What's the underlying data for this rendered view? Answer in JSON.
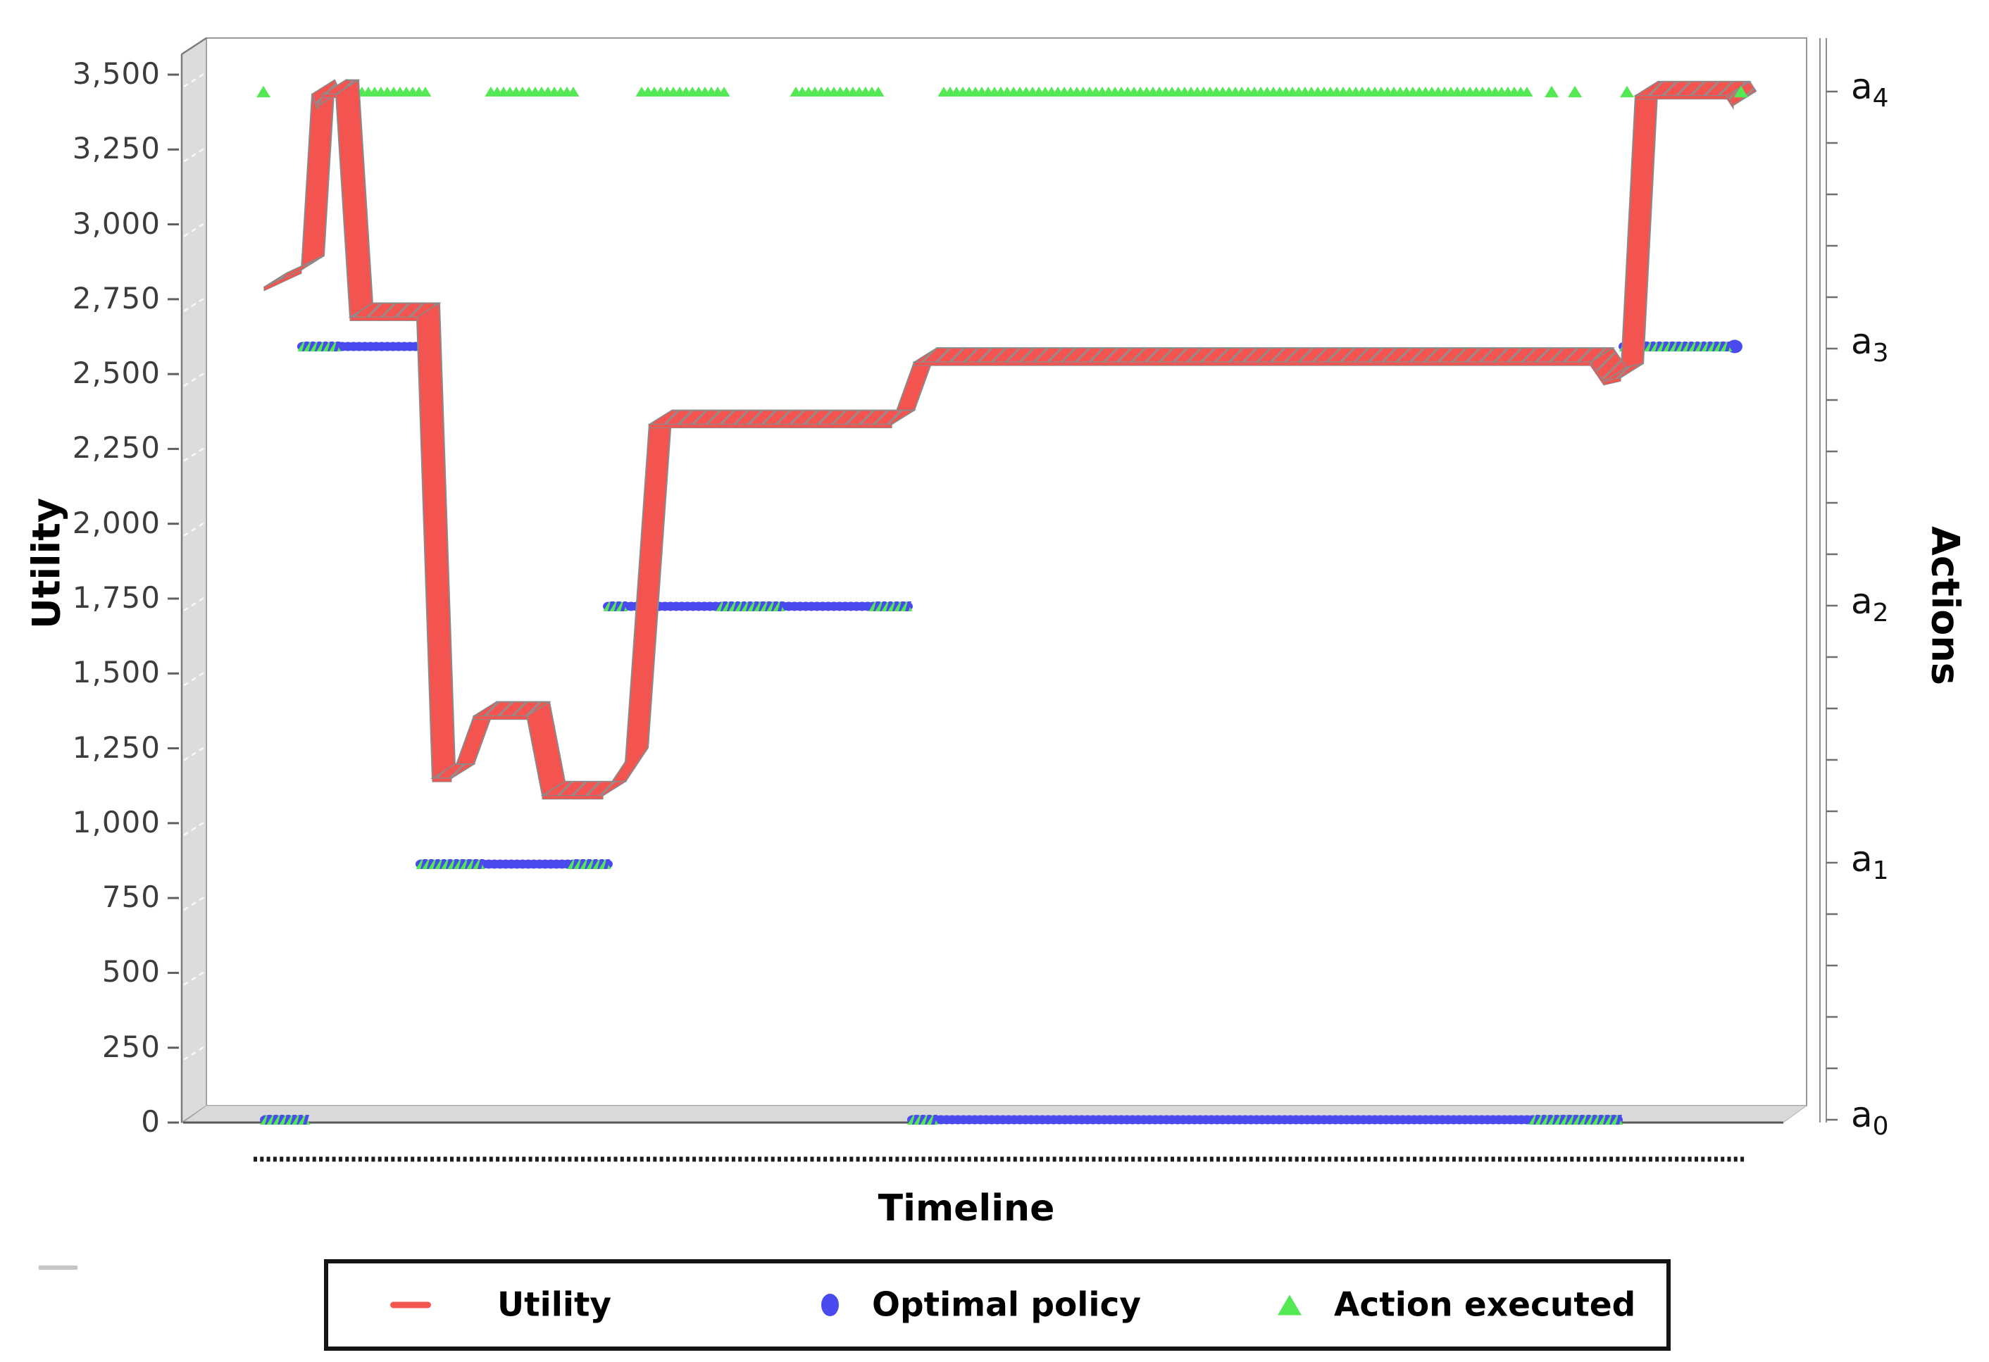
{
  "chart_data": {
    "type": "line",
    "title": "",
    "xlabel": "Timeline",
    "ylabel_left": "Utility",
    "ylabel_right": "Actions",
    "x_axis": {
      "label": "Timeline",
      "style": "dotted",
      "numeric_ticks_visible": false,
      "range": [
        0,
        1
      ]
    },
    "y_axis": {
      "min": 0,
      "max": 3500,
      "tick_step": 250
    },
    "y_ticks": [
      "0",
      "250",
      "500",
      "750",
      "1,000",
      "1,250",
      "1,500",
      "1,750",
      "2,000",
      "2,250",
      "2,500",
      "2,750",
      "3,000",
      "3,250",
      "3,500"
    ],
    "right_axis": {
      "title": "Actions",
      "labels": [
        "a4",
        "a3",
        "a2",
        "a1",
        "a0"
      ],
      "minor_ticks_per_interval": 5
    },
    "action_levels_utility_equivalent": {
      "a4": 3444,
      "a3": 2590,
      "a2": 1725,
      "a1": 863,
      "a0": 5
    },
    "colors": {
      "utility": "#f4544f",
      "utility_hatch": "#8f8f8f",
      "optimal": "#4a4aef",
      "executed": "#55e855",
      "wall": "#dcdcdc",
      "floor": "#d9d9d9"
    },
    "legend": {
      "position": "bottom",
      "entries": [
        {
          "label": "Utility",
          "marker": "red-dash"
        },
        {
          "label": "Optimal policy",
          "marker": "blue-dot"
        },
        {
          "label": "Action executed",
          "marker": "green-triangle"
        }
      ]
    },
    "series": [
      {
        "name": "Utility",
        "type": "ribbon-line",
        "color": "#f4544f",
        "x_as": "timeline_fraction",
        "points": [
          [
            0.007,
            2790
          ],
          [
            0.0319,
            2848
          ],
          [
            0.039,
            3435
          ],
          [
            0.0427,
            3395
          ],
          [
            0.0465,
            3435
          ],
          [
            0.0549,
            3435
          ],
          [
            0.0643,
            2690
          ],
          [
            0.1089,
            2690
          ],
          [
            0.1192,
            1150
          ],
          [
            0.1319,
            1150
          ],
          [
            0.1469,
            1358
          ],
          [
            0.1822,
            1358
          ],
          [
            0.1925,
            1092
          ],
          [
            0.2329,
            1092
          ],
          [
            0.2479,
            1205
          ],
          [
            0.2638,
            2332
          ],
          [
            0.4254,
            2332
          ],
          [
            0.4404,
            2540
          ],
          [
            0.8911,
            2540
          ],
          [
            0.9,
            2475
          ],
          [
            0.9113,
            2488
          ],
          [
            0.9211,
            3430
          ],
          [
            0.9822,
            3430
          ],
          [
            0.9864,
            3398
          ]
        ]
      },
      {
        "name": "Optimal policy",
        "type": "scatter",
        "marker": "circle",
        "color": "#4a4aef",
        "runs": [
          {
            "action": "a3",
            "from": 0.03,
            "to": 0.1085
          },
          {
            "action": "a1",
            "from": 0.1089,
            "to": 0.2371
          },
          {
            "action": "a2",
            "from": 0.2338,
            "to": 0.439
          },
          {
            "action": "a0",
            "from": 0.0052,
            "to": 0.0343
          },
          {
            "action": "a0",
            "from": 0.4366,
            "to": 0.9108
          },
          {
            "action": "a3",
            "from": 0.9108,
            "to": 0.9822
          }
        ],
        "singles": [
          {
            "action": "a3",
            "at": 0.9873
          }
        ]
      },
      {
        "name": "Action executed",
        "type": "scatter",
        "marker": "triangle",
        "color": "#55e855",
        "runs": [
          {
            "action": "a4",
            "from": 0.0563,
            "to": 0.115
          },
          {
            "action": "a4",
            "from": 0.1549,
            "to": 0.2155
          },
          {
            "action": "a4",
            "from": 0.2554,
            "to": 0.3164
          },
          {
            "action": "a4",
            "from": 0.3582,
            "to": 0.4169
          },
          {
            "action": "a4",
            "from": 0.4568,
            "to": 0.8493
          },
          {
            "action": "a3",
            "from": 0.03,
            "to": 0.0559
          },
          {
            "action": "a3",
            "from": 0.9108,
            "to": 0.9822
          },
          {
            "action": "a1",
            "from": 0.1089,
            "to": 0.1535
          },
          {
            "action": "a1",
            "from": 0.2099,
            "to": 0.2371
          },
          {
            "action": "a2",
            "from": 0.2338,
            "to": 0.2484
          },
          {
            "action": "a2",
            "from": 0.3089,
            "to": 0.3531
          },
          {
            "action": "a2",
            "from": 0.4108,
            "to": 0.439
          },
          {
            "action": "a0",
            "from": 0.0052,
            "to": 0.0343
          },
          {
            "action": "a0",
            "from": 0.4366,
            "to": 0.4531
          },
          {
            "action": "a0",
            "from": 0.8507,
            "to": 0.9108
          }
        ],
        "singles": [
          {
            "action": "a4",
            "at": 0.0066
          },
          {
            "action": "a4",
            "at": 0.8653
          },
          {
            "action": "a4",
            "at": 0.8808
          },
          {
            "action": "a4",
            "at": 0.9155
          },
          {
            "action": "a4",
            "at": 0.9915
          }
        ]
      }
    ]
  }
}
